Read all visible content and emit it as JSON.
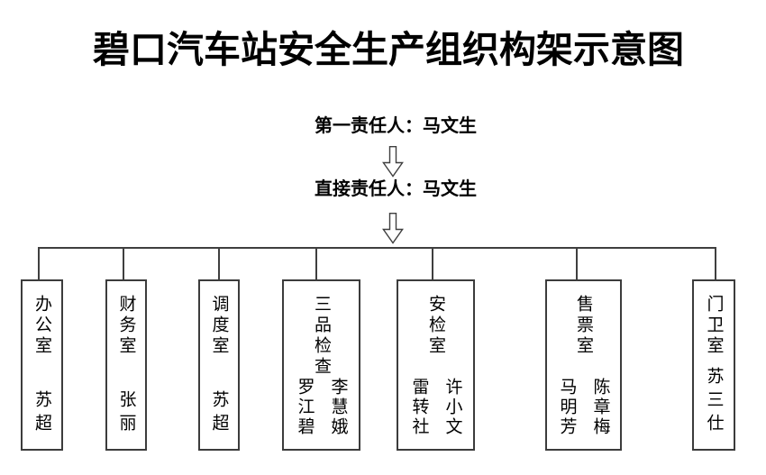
{
  "header": {
    "title": "碧口汽车站安全生产组织构架示意图"
  },
  "hierarchy": {
    "level1_label": "第一责任人：马文生",
    "level2_label": "直接责任人：马文生"
  },
  "icons": {
    "flow_arrow": "hollow-down-arrow"
  },
  "departments": [
    {
      "name": "办公室",
      "staff": [
        "苏超"
      ]
    },
    {
      "name": "财务室",
      "staff": [
        "张丽"
      ]
    },
    {
      "name": "调度室",
      "staff": [
        "苏超"
      ]
    },
    {
      "name": "三品检查",
      "staff": [
        "罗江碧",
        "李慧娥"
      ]
    },
    {
      "name": "安检室",
      "staff": [
        "雷转社",
        "许小文"
      ]
    },
    {
      "name": "售票室",
      "staff": [
        "马明芳",
        "陈章梅"
      ]
    },
    {
      "name": "门卫室",
      "staff": [
        "苏三仕"
      ]
    }
  ],
  "colors": {
    "background": "#ffffff",
    "text": "#000000",
    "line": "#3f3f3f"
  }
}
